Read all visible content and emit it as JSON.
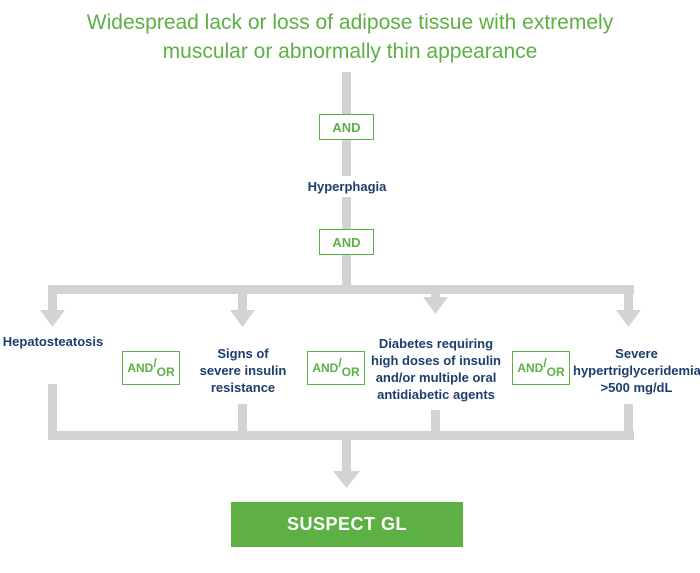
{
  "title": {
    "line1": "Widespread lack or loss of adipose tissue with extremely",
    "line2": "muscular or abnormally thin appearance"
  },
  "connector_color": "#d3d3d3",
  "accent_color": "#5db043",
  "text_color": "#1d3d6e",
  "and_boxes": [
    "AND",
    "AND"
  ],
  "hyperphagia": "Hyperphagia",
  "andor": {
    "and": "AND",
    "slash": "/",
    "or": "OR"
  },
  "criteria": [
    {
      "lines": [
        "Hepatosteatosis"
      ]
    },
    {
      "lines": [
        "Signs of",
        "severe insulin",
        "resistance"
      ]
    },
    {
      "lines": [
        "Diabetes requiring",
        "high doses of insulin",
        "and/or multiple oral",
        "antidiabetic agents"
      ]
    },
    {
      "lines": [
        "Severe",
        "hypertriglyceridemia",
        ">500 mg/dL"
      ]
    }
  ],
  "result": "SUSPECT GL"
}
